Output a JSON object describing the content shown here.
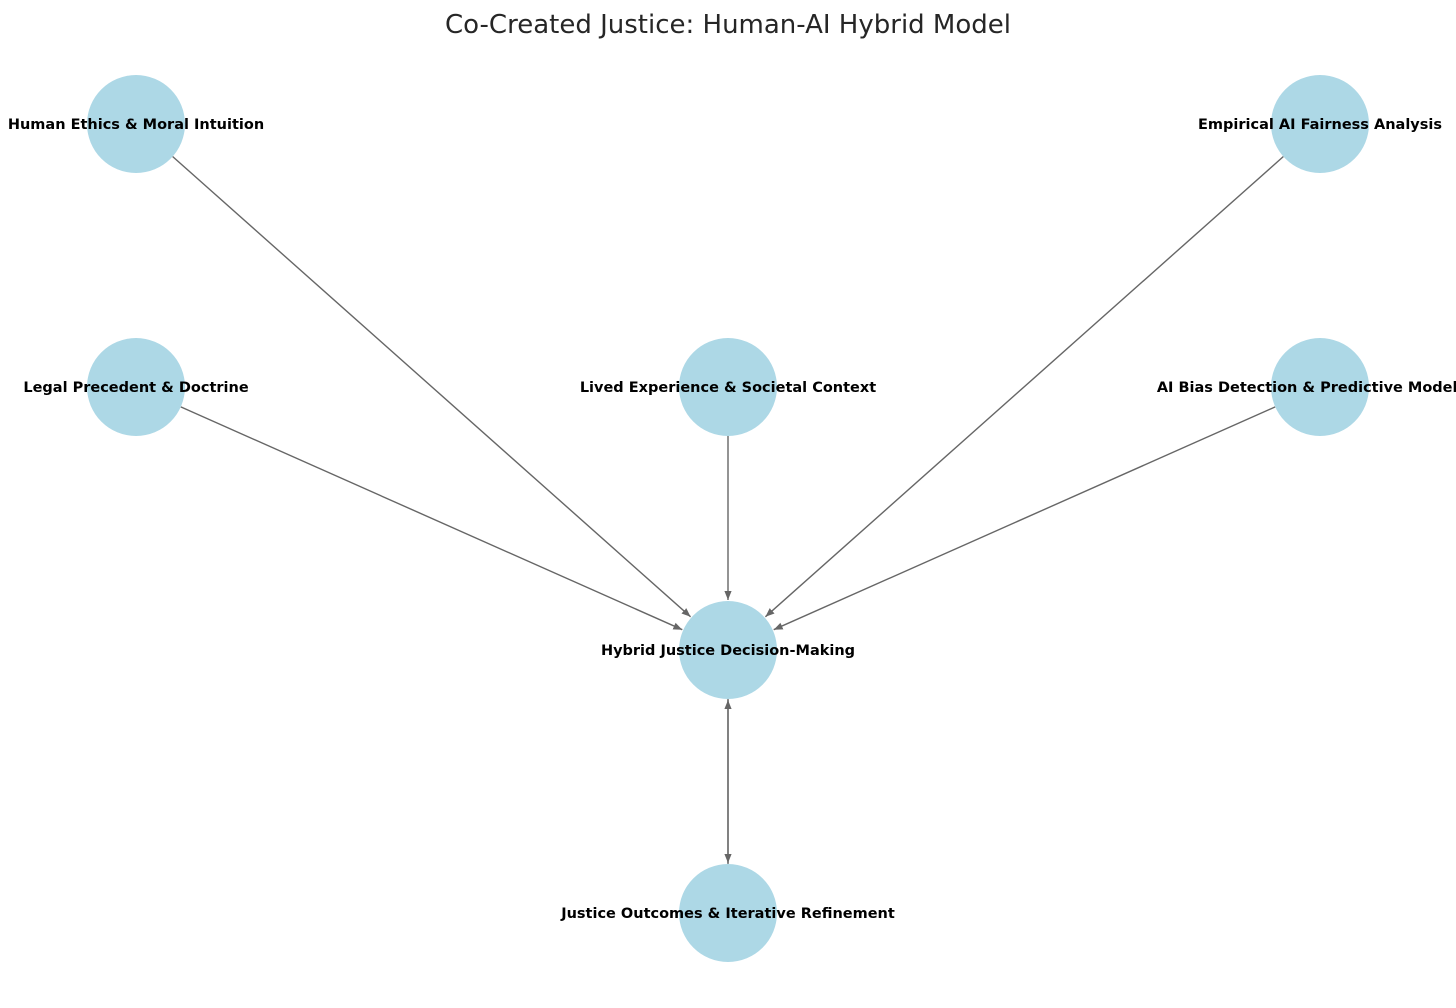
{
  "title": "Co-Created Justice: Human-AI Hybrid Model",
  "colors": {
    "node_fill": "#add8e6",
    "edge": "#666666",
    "label": "#000000",
    "title": "#262626"
  },
  "nodes": [
    {
      "id": "ethics",
      "label": "Human Ethics & Moral Intuition"
    },
    {
      "id": "fairness",
      "label": "Empirical AI Fairness Analysis"
    },
    {
      "id": "legal",
      "label": "Legal Precedent & Doctrine"
    },
    {
      "id": "lived",
      "label": "Lived Experience & Societal Context"
    },
    {
      "id": "bias",
      "label": "AI Bias Detection & Predictive Modeling"
    },
    {
      "id": "hybrid",
      "label": "Hybrid Justice Decision-Making"
    },
    {
      "id": "outcomes",
      "label": "Justice Outcomes & Iterative Refinement"
    }
  ],
  "edges": [
    {
      "from": "ethics",
      "to": "hybrid"
    },
    {
      "from": "fairness",
      "to": "hybrid"
    },
    {
      "from": "legal",
      "to": "hybrid"
    },
    {
      "from": "lived",
      "to": "hybrid"
    },
    {
      "from": "bias",
      "to": "hybrid"
    },
    {
      "from": "hybrid",
      "to": "outcomes"
    },
    {
      "from": "outcomes",
      "to": "hybrid"
    }
  ]
}
